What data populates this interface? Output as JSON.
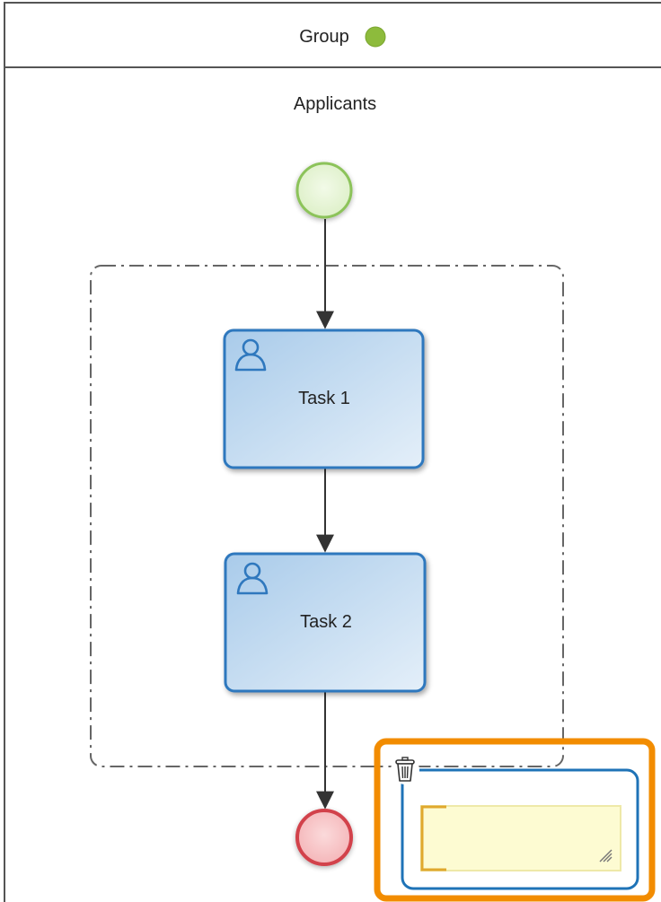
{
  "pool": {
    "header_label": "Group",
    "status_color": "#8dbb3c",
    "lane_label": "Applicants"
  },
  "events": {
    "start": {
      "fill": "#e8f5d8",
      "stroke": "#8cc35a"
    },
    "end": {
      "fill": "#f8c7c9",
      "stroke": "#d2424c"
    }
  },
  "tasks": [
    {
      "label": "Task 1",
      "icon": "user-icon"
    },
    {
      "label": "Task 2",
      "icon": "user-icon"
    }
  ],
  "group_box": {
    "style": "dash-dot",
    "color": "#666666"
  },
  "selection": {
    "highlight_color": "#f28c00",
    "frame_color": "#1f73b7",
    "delete_icon": "trash-icon",
    "text_field": {
      "value": "",
      "fill": "#fdfbd2",
      "accent": "#e0a82e",
      "resize_icon": "resize-grip-icon"
    }
  },
  "colors": {
    "task_stroke": "#2f78be",
    "task_fill_top": "#b2d0ec",
    "task_fill_bottom": "#e2eef9",
    "flow": "#333333",
    "pool_border": "#555555"
  }
}
